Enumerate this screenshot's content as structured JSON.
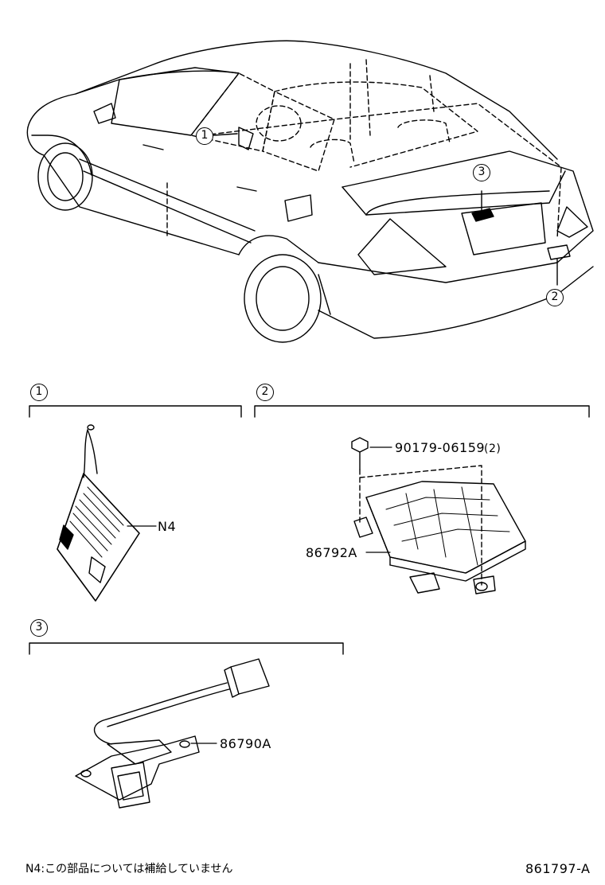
{
  "callouts": {
    "car_1": "1",
    "car_2": "2",
    "car_3": "3",
    "section_1": "1",
    "section_2": "2",
    "section_3": "3"
  },
  "parts": {
    "caution_tag": "N4",
    "bolt": "90179-06159",
    "bolt_qty": "(2)",
    "control_unit": "86792A",
    "camera": "86790A"
  },
  "footer": {
    "note": "N4:この部品については補給していません",
    "diagram_id": "861797-A"
  }
}
